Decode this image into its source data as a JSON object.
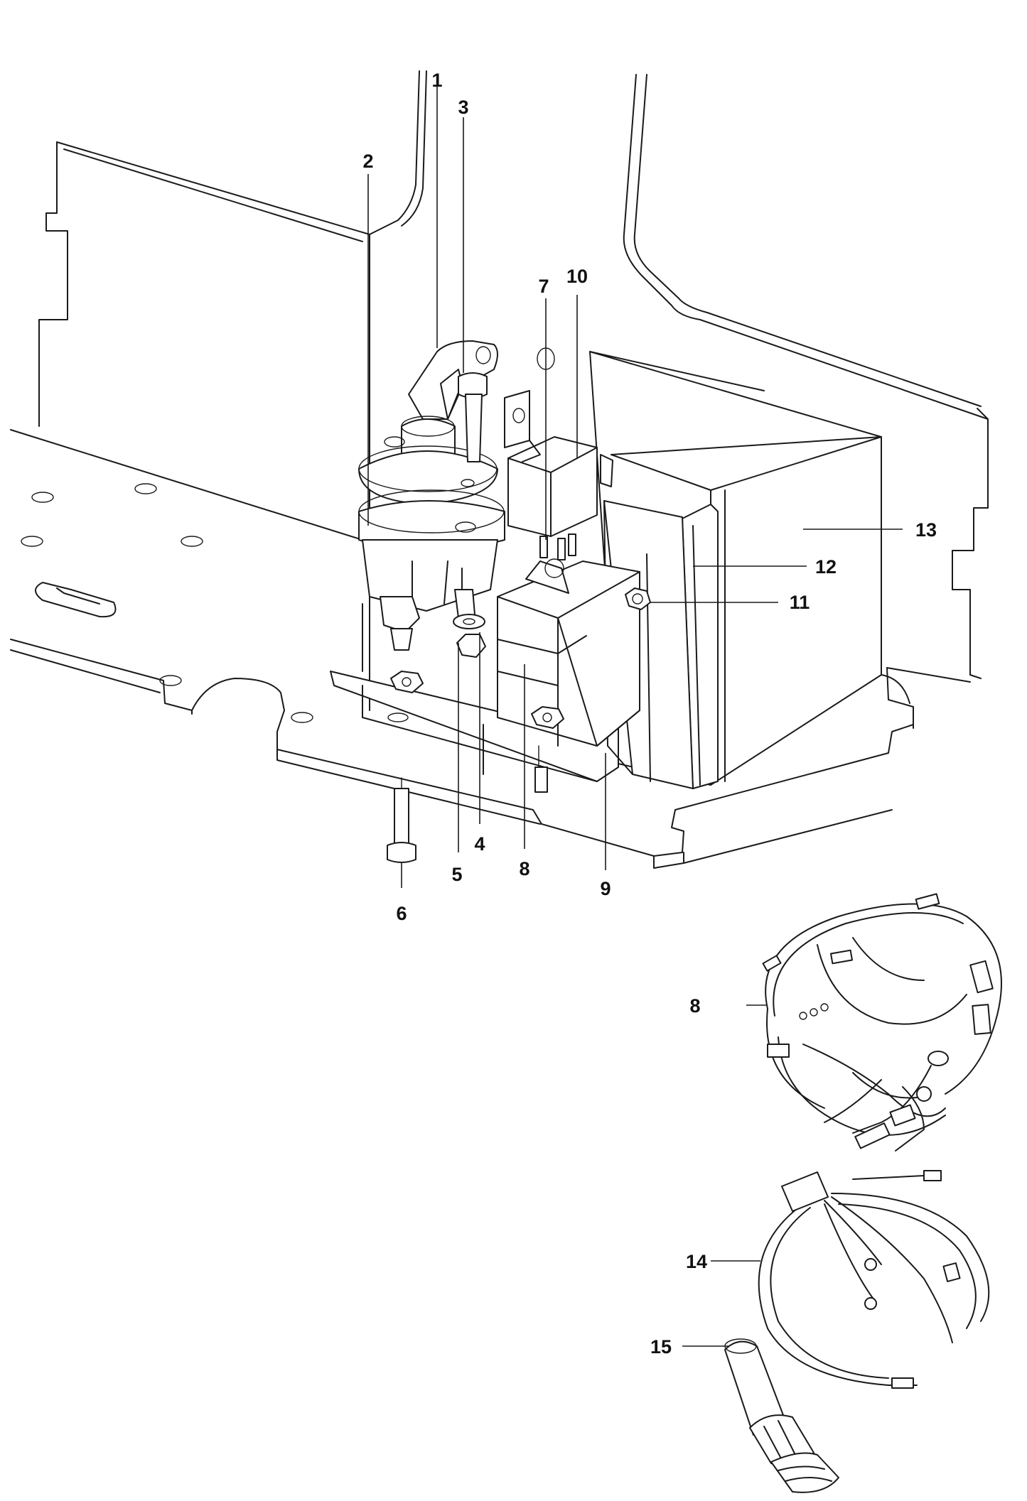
{
  "callouts": [
    {
      "id": "1",
      "label": "1"
    },
    {
      "id": "2",
      "label": "2"
    },
    {
      "id": "3",
      "label": "3"
    },
    {
      "id": "4",
      "label": "4"
    },
    {
      "id": "5",
      "label": "5"
    },
    {
      "id": "6",
      "label": "6"
    },
    {
      "id": "7",
      "label": "7"
    },
    {
      "id": "8",
      "label": "8"
    },
    {
      "id": "8b",
      "label": "8"
    },
    {
      "id": "9",
      "label": "9"
    },
    {
      "id": "10",
      "label": "10"
    },
    {
      "id": "11",
      "label": "11"
    },
    {
      "id": "12",
      "label": "12"
    },
    {
      "id": "13",
      "label": "13"
    },
    {
      "id": "14",
      "label": "14"
    },
    {
      "id": "15",
      "label": "15"
    }
  ]
}
